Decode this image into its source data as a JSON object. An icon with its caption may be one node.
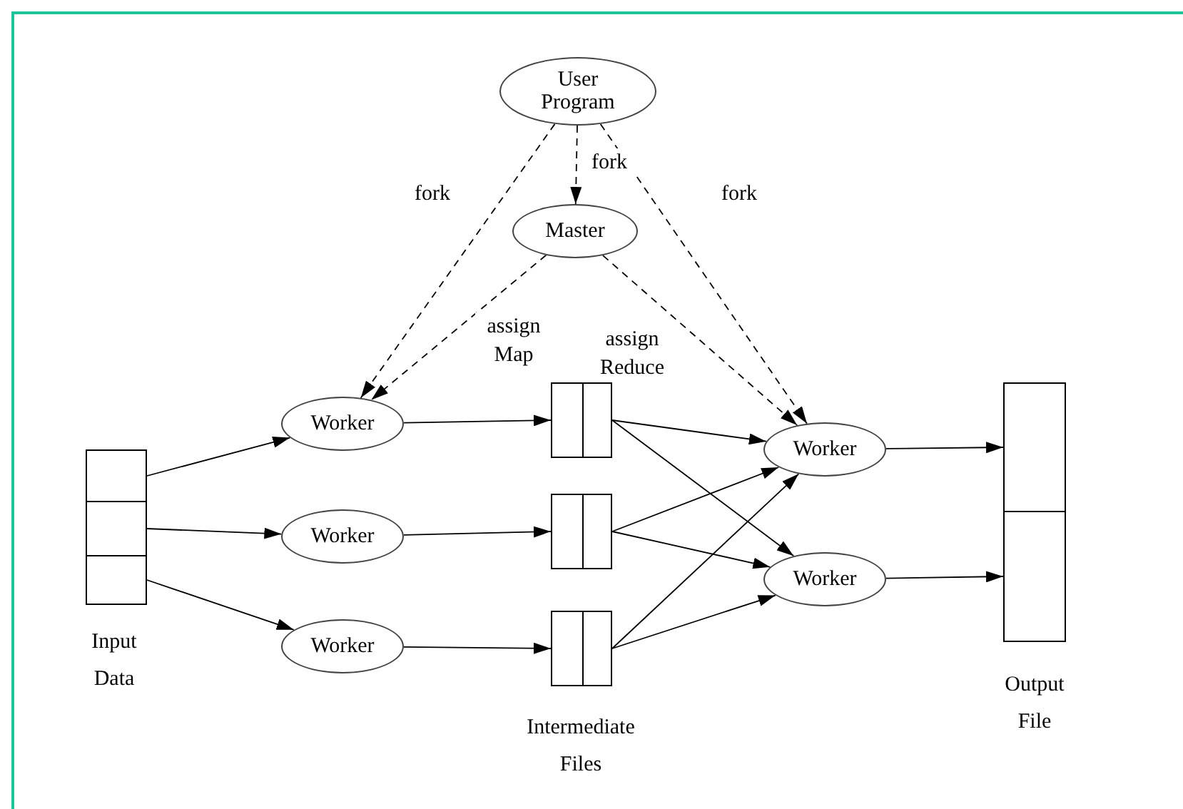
{
  "diagram": {
    "nodes": [
      {
        "text": [
          "User Program"
        ]
      },
      {
        "text": [
          "Master"
        ]
      },
      {
        "text": [
          "Worker"
        ]
      },
      {
        "text": [
          "Worker"
        ]
      },
      {
        "text": [
          "Worker"
        ]
      },
      {
        "text": [
          "Worker"
        ]
      },
      {
        "text": [
          "Worker"
        ]
      },
      {
        "text": [],
        "shape": "box"
      },
      {
        "text": [],
        "shape": "box"
      },
      {
        "text": [],
        "shape": "box"
      },
      {
        "text": [],
        "shape": "box"
      },
      {
        "text": [],
        "shape": "box"
      },
      {
        "text": [],
        "shape": "box"
      },
      {
        "text": [],
        "shape": "box"
      },
      {
        "text": [],
        "shape": "box"
      }
    ],
    "edges": [
      {
        "from": 0,
        "to": 1,
        "arrow": "to",
        "label": "fork",
        "style": "dashed"
      },
      {
        "from": 0,
        "to": 2,
        "arrow": "to",
        "label": "fork",
        "style": "dashed"
      },
      {
        "from": 0,
        "to": 5,
        "arrow": "to",
        "label": "fork",
        "style": "dashed"
      },
      {
        "from": 1,
        "to": 2,
        "arrow": "to",
        "label": "assign Map",
        "style": "dashed"
      },
      {
        "from": 1,
        "to": 5,
        "arrow": "to",
        "label": "assign Reduce",
        "style": "dashed"
      },
      {
        "from": 7,
        "to": 2,
        "arrow": "to"
      },
      {
        "from": 8,
        "to": 3,
        "arrow": "to"
      },
      {
        "from": 9,
        "to": 4,
        "arrow": "to"
      },
      {
        "from": 2,
        "to": 10,
        "arrow": "to"
      },
      {
        "from": 3,
        "to": 11,
        "arrow": "to"
      },
      {
        "from": 4,
        "to": 12,
        "arrow": "to"
      },
      {
        "from": 10,
        "to": 5,
        "arrow": "to"
      },
      {
        "from": 10,
        "to": 6,
        "arrow": "to"
      },
      {
        "from": 11,
        "to": 5,
        "arrow": "to"
      },
      {
        "from": 11,
        "to": 6,
        "arrow": "to"
      },
      {
        "from": 12,
        "to": 5,
        "arrow": "to"
      },
      {
        "from": 12,
        "to": 6,
        "arrow": "to"
      },
      {
        "from": 5,
        "to": 13,
        "arrow": "to"
      },
      {
        "from": 6,
        "to": 14,
        "arrow": "to"
      }
    ],
    "labels": [
      "Input Data",
      "Intermediate Files",
      "Output File"
    ]
  }
}
